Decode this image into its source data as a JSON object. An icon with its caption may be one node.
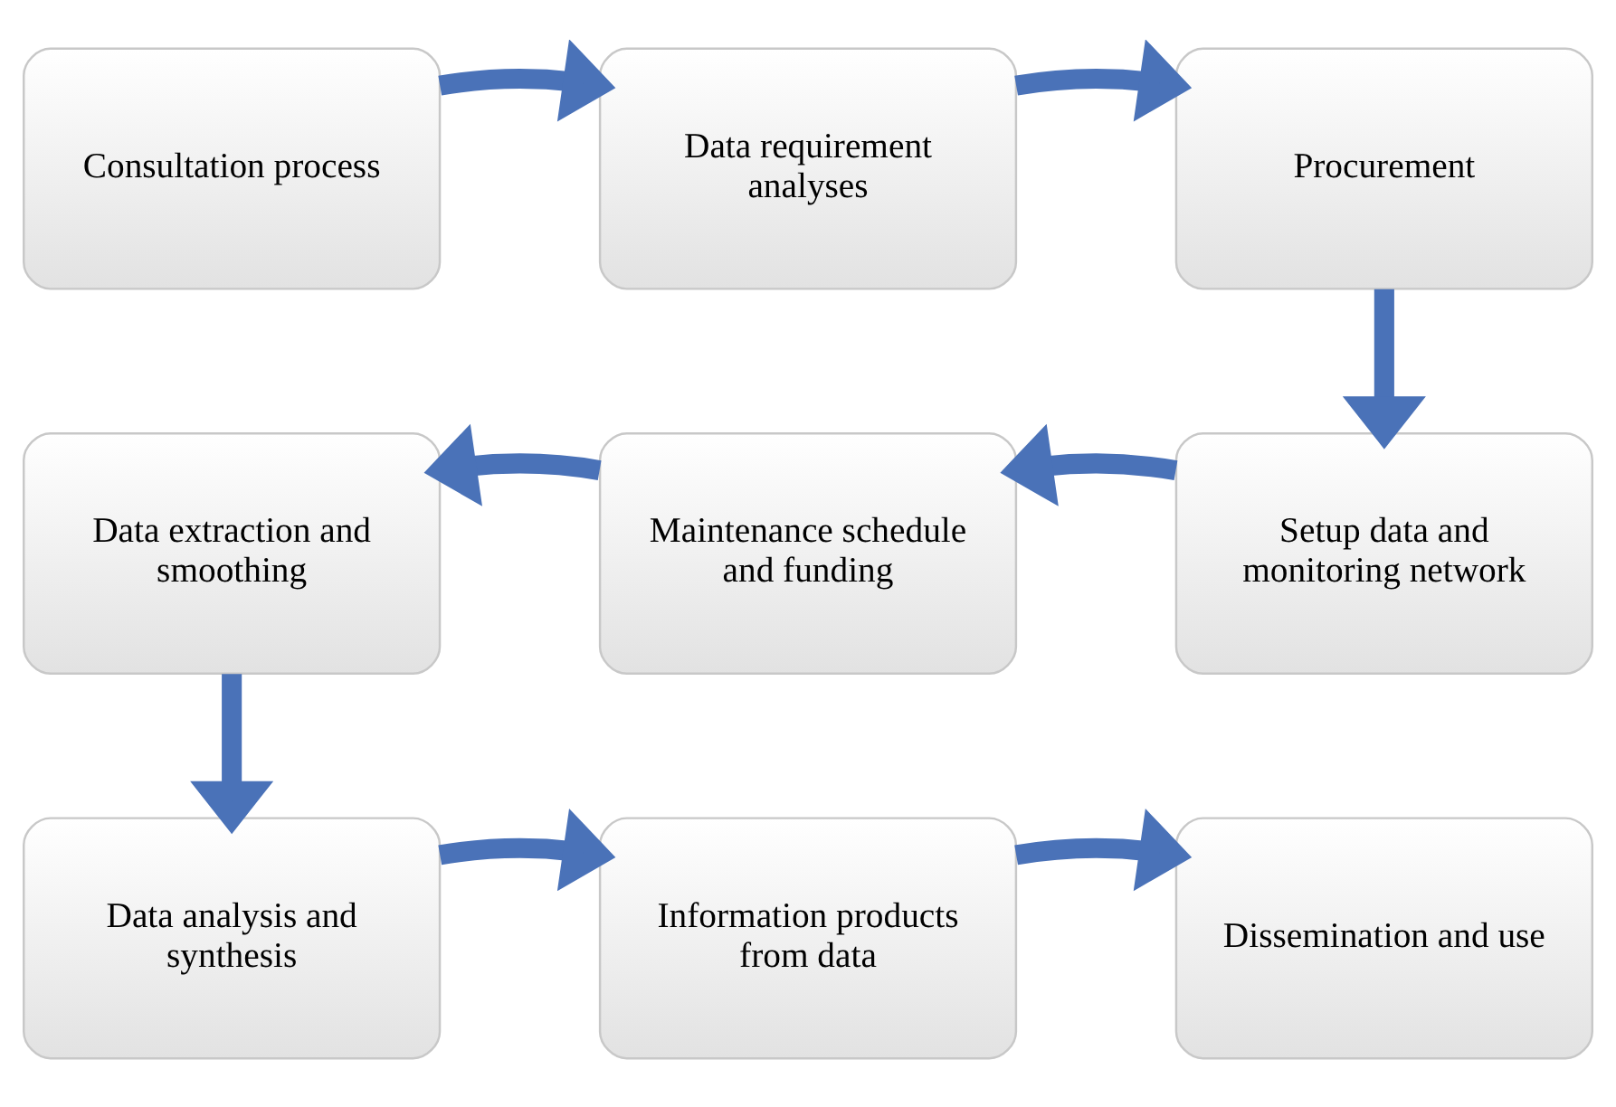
{
  "diagram": {
    "nodes": [
      {
        "text": [
          "Consultation process"
        ]
      },
      {
        "text": [
          "Data requirement analyses"
        ]
      },
      {
        "text": [
          "Procurement"
        ]
      },
      {
        "text": [
          "Data extraction and smoothing"
        ]
      },
      {
        "text": [
          "Maintenance schedule and funding"
        ]
      },
      {
        "text": [
          "Setup data and monitoring network"
        ]
      },
      {
        "text": [
          "Data analysis and synthesis"
        ]
      },
      {
        "text": [
          "Information products from data"
        ]
      },
      {
        "text": [
          "Dissemination and use"
        ]
      }
    ],
    "edges": [
      {
        "from": 0,
        "to": 1,
        "arrow": "to"
      },
      {
        "from": 1,
        "to": 2,
        "arrow": "to"
      },
      {
        "from": 2,
        "to": 5,
        "arrow": "to"
      },
      {
        "from": 5,
        "to": 4,
        "arrow": "to"
      },
      {
        "from": 4,
        "to": 3,
        "arrow": "to"
      },
      {
        "from": 3,
        "to": 6,
        "arrow": "to"
      },
      {
        "from": 6,
        "to": 7,
        "arrow": "to"
      },
      {
        "from": 7,
        "to": 8,
        "arrow": "to"
      }
    ]
  }
}
